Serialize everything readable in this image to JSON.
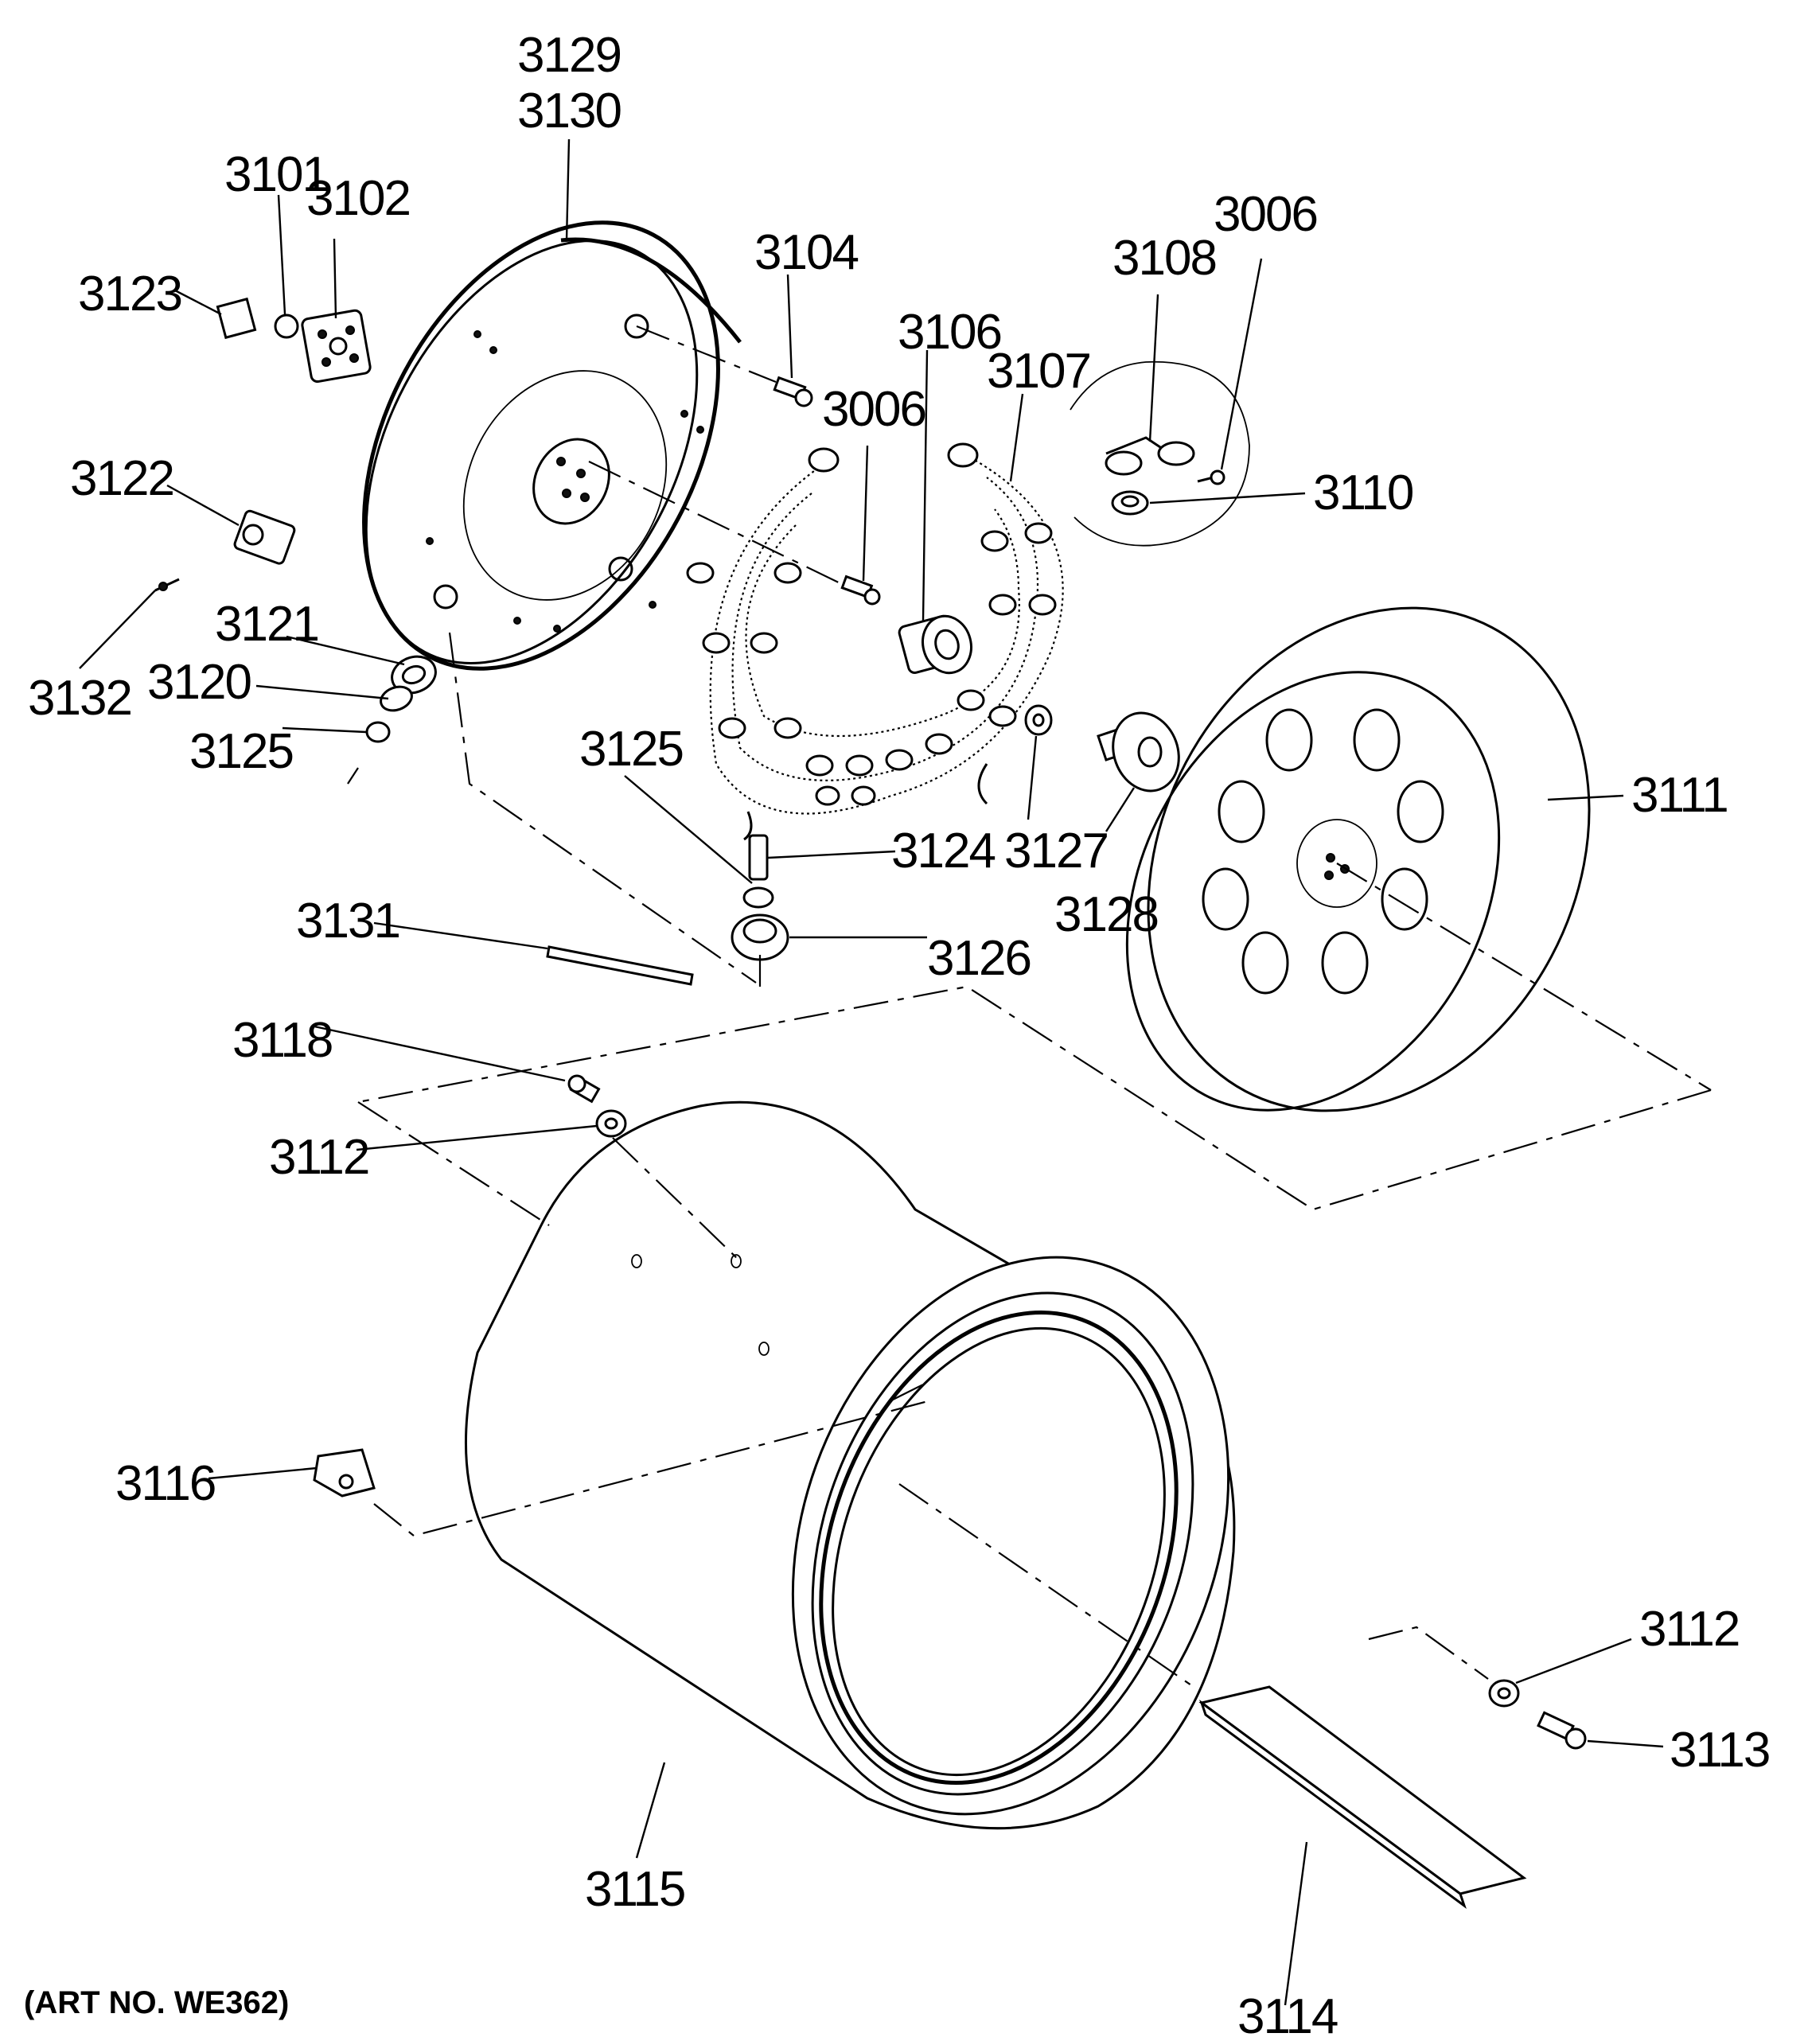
{
  "art_number": "(ART NO. WE362)",
  "labels": {
    "p3129": "3129",
    "p3130": "3130",
    "p3101": "3101",
    "p3102": "3102",
    "p3123": "3123",
    "p3104": "3104",
    "p3106": "3106",
    "p3107": "3107",
    "p3108": "3108",
    "p3006a": "3006",
    "p3006b": "3006",
    "p3110": "3110",
    "p3122": "3122",
    "p3121": "3121",
    "p3132": "3132",
    "p3120": "3120",
    "p3125a": "3125",
    "p3125b": "3125",
    "p3124": "3124",
    "p3127": "3127",
    "p3111": "3111",
    "p3128": "3128",
    "p3131": "3131",
    "p3126": "3126",
    "p3118": "3118",
    "p3112a": "3112",
    "p3112b": "3112",
    "p3116": "3116",
    "p3113": "3113",
    "p3115": "3115",
    "p3114": "3114"
  }
}
